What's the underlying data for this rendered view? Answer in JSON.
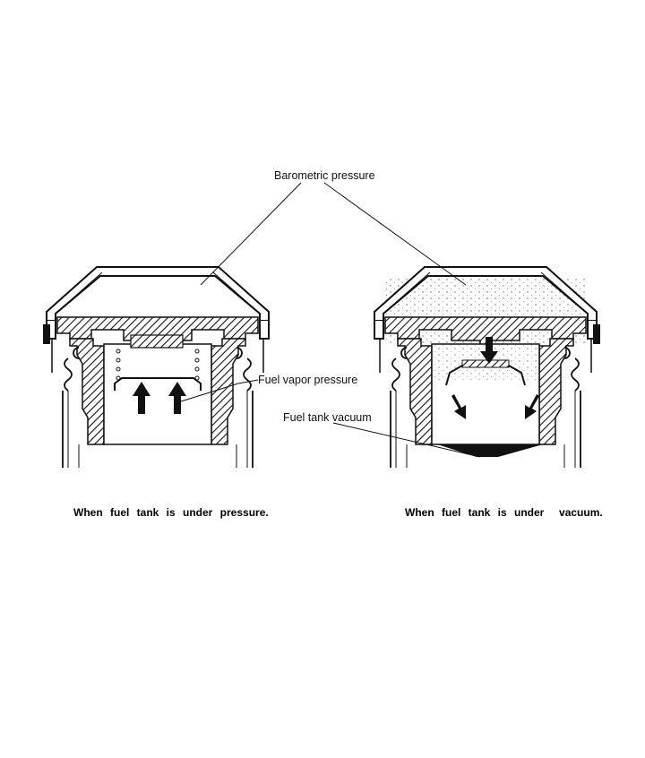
{
  "labels": {
    "barometric": "Barometric pressure",
    "vapor": "Fuel vapor pressure",
    "vacuum": "Fuel tank vacuum"
  },
  "captions": {
    "left": "When fuel tank is under pressure.",
    "right": "When fuel tank is under  vacuum."
  },
  "colors": {
    "ink": "#111111",
    "paper": "#ffffff"
  }
}
